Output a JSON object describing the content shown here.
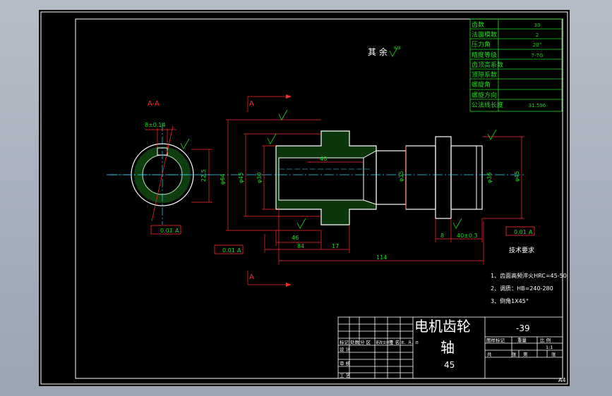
{
  "title_block": {
    "part_name_line1": "电机齿轮",
    "part_name_line2": "轴",
    "material": "45",
    "drawing_no": "-39",
    "sheet_size": "A4",
    "scale": "1:1",
    "rows_left": [
      "标记",
      "设 计",
      "审 核",
      "工 艺"
    ],
    "header_cells": [
      "处数",
      "分 区",
      "更改文件号",
      "签 名",
      "年、月、日"
    ],
    "right_header": [
      "图样标记",
      "重量",
      "比 例"
    ],
    "sheet_row": [
      "共",
      "张",
      "第",
      "张"
    ]
  },
  "gear_table": {
    "rows": [
      {
        "label": "齿数",
        "value": "30"
      },
      {
        "label": "法面模数",
        "value": "2"
      },
      {
        "label": "压力角",
        "value": "20°"
      },
      {
        "label": "精度等级",
        "value": "7-7G"
      },
      {
        "label": "齿顶高系数",
        "value": ""
      },
      {
        "label": "顶隙系数",
        "value": ""
      },
      {
        "label": "螺旋角",
        "value": ""
      },
      {
        "label": "螺旋方向",
        "value": ""
      },
      {
        "label": "公法线长度",
        "value": "31.596"
      }
    ]
  },
  "notes": {
    "heading": "技术要求",
    "items": [
      "1、齿面高频淬火HRC=45-50",
      "2、调质：HB=240-280",
      "3、倒角1X45°"
    ]
  },
  "drawing": {
    "section_label": "A-A",
    "section_marker": "A",
    "remaining_roughness": "其 余",
    "roughness_value": "6.3",
    "key_width": "8±0.14",
    "key_depth": "22.5",
    "dim_left_length": "46",
    "dim_mid_length": "84",
    "dim_step": "17",
    "dim_total": "114",
    "dim_groove": "8",
    "dim_bearing": "40±0.3",
    "dim_hole": "40",
    "tol_runout_1": "0.01",
    "tol_runout_2": "0.01",
    "tol_runout_3": "0.01",
    "tol_ref": "A",
    "diam_gear": "φ64",
    "diam_1": "φ45",
    "diam_2": "φ30",
    "diam_3": "φ35",
    "diam_4": "φ45",
    "diam_5": "φ36"
  }
}
